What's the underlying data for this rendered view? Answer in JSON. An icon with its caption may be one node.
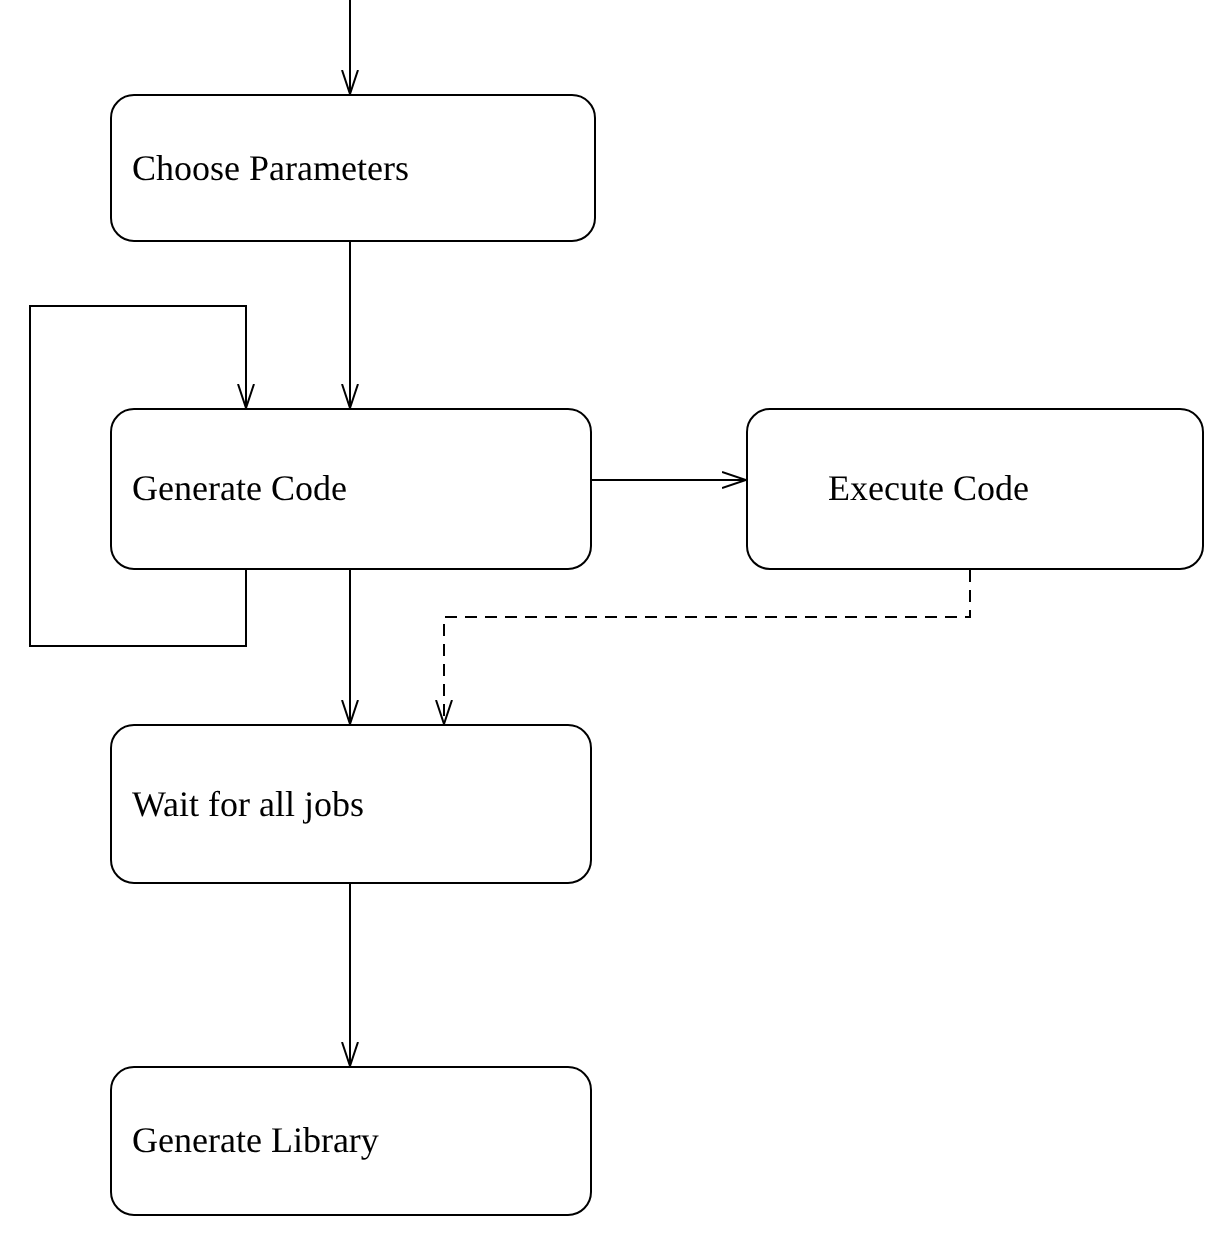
{
  "diagram": {
    "nodes": [
      {
        "text": [
          "Choose Parameters"
        ]
      },
      {
        "text": [
          "Generate Code"
        ]
      },
      {
        "text": [
          "Execute Code"
        ]
      },
      {
        "text": [
          "Wait for all jobs"
        ]
      },
      {
        "text": [
          "Generate Library"
        ]
      }
    ],
    "edges": [
      {
        "from": null,
        "to": 0,
        "arrow": "to"
      },
      {
        "from": 0,
        "to": 1,
        "arrow": "to"
      },
      {
        "from": 1,
        "to": 1,
        "arrow": "to"
      },
      {
        "from": 1,
        "to": 2,
        "arrow": "to"
      },
      {
        "from": 1,
        "to": 3,
        "arrow": "to"
      },
      {
        "from": 2,
        "to": 3,
        "arrow": "to",
        "style": "dashed"
      },
      {
        "from": 3,
        "to": 4,
        "arrow": "to"
      }
    ]
  }
}
